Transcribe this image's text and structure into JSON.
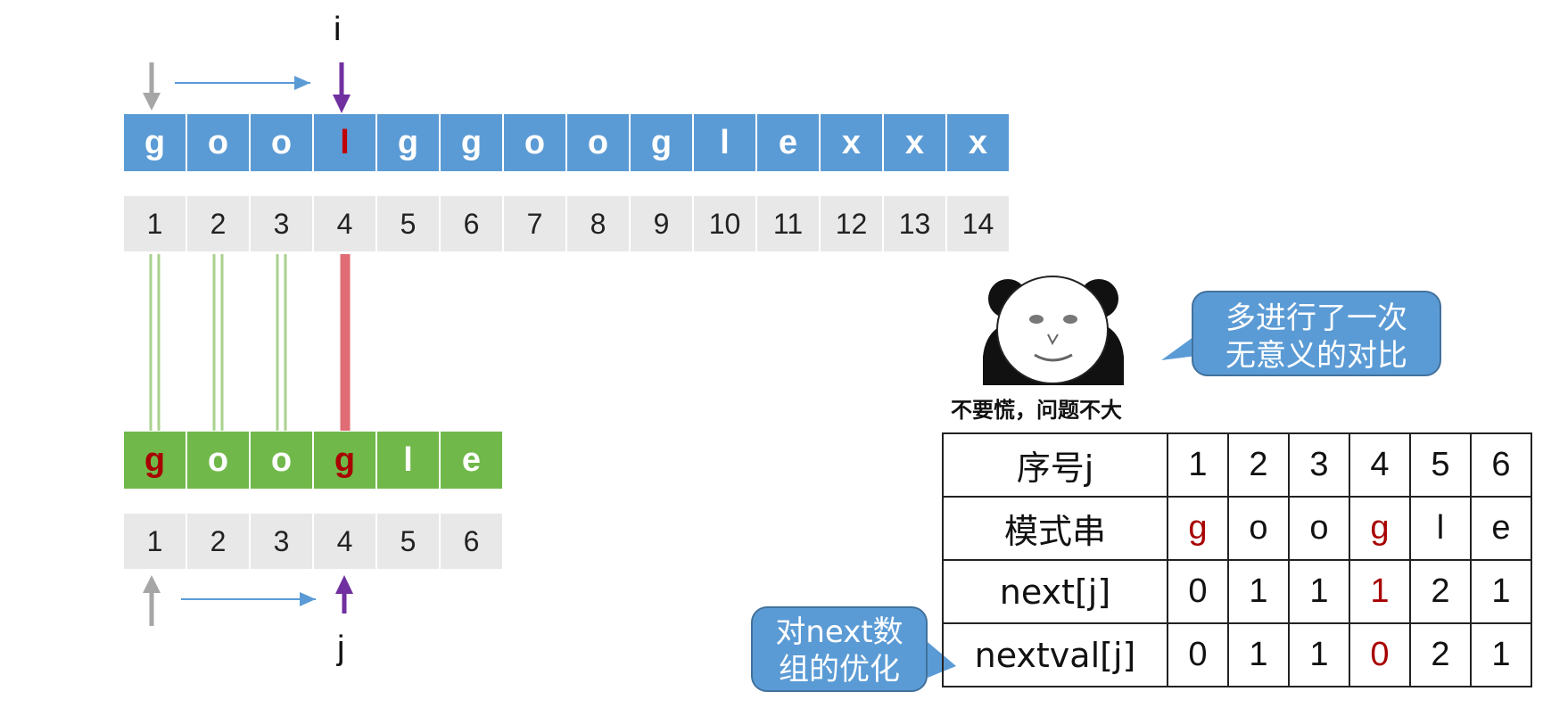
{
  "pointers": {
    "i_label": "i",
    "j_label": "j"
  },
  "main_string": {
    "chars": [
      "g",
      "o",
      "o",
      "l",
      "g",
      "g",
      "o",
      "o",
      "g",
      "l",
      "e",
      "x",
      "x",
      "x"
    ],
    "indices": [
      "1",
      "2",
      "3",
      "4",
      "5",
      "6",
      "7",
      "8",
      "9",
      "10",
      "11",
      "12",
      "13",
      "14"
    ],
    "mismatch_index": 3
  },
  "pattern": {
    "chars": [
      "g",
      "o",
      "o",
      "g",
      "l",
      "e"
    ],
    "indices": [
      "1",
      "2",
      "3",
      "4",
      "5",
      "6"
    ]
  },
  "meme": {
    "caption": "不要慌，问题不大"
  },
  "bubble_top": {
    "line1": "多进行了一次",
    "line2": "无意义的对比"
  },
  "bubble_bottom": {
    "line1": "对next数",
    "line2": "组的优化"
  },
  "table": {
    "row_seq": {
      "label": "序号j",
      "values": [
        "1",
        "2",
        "3",
        "4",
        "5",
        "6"
      ]
    },
    "row_pattern": {
      "label": "模式串",
      "values": [
        "g",
        "o",
        "o",
        "g",
        "l",
        "e"
      ]
    },
    "row_next": {
      "label": "next[j]",
      "values": [
        "0",
        "1",
        "1",
        "1",
        "2",
        "1"
      ]
    },
    "row_nextval": {
      "label": "nextval[j]",
      "values": [
        "0",
        "1",
        "1",
        "0",
        "2",
        "1"
      ]
    }
  },
  "colors": {
    "main_bg": "#5b9bd5",
    "pattern_bg": "#70b84a",
    "index_bg": "#e8e8e8",
    "highlight_red": "#a80000",
    "mismatch_text": "#c00000",
    "match_line": "#a9d18e",
    "mismatch_line": "#e06c75",
    "pointer_purple": "#7030a0",
    "pointer_gray": "#a6a6a6",
    "arrow_blue": "#5b9bd5"
  }
}
